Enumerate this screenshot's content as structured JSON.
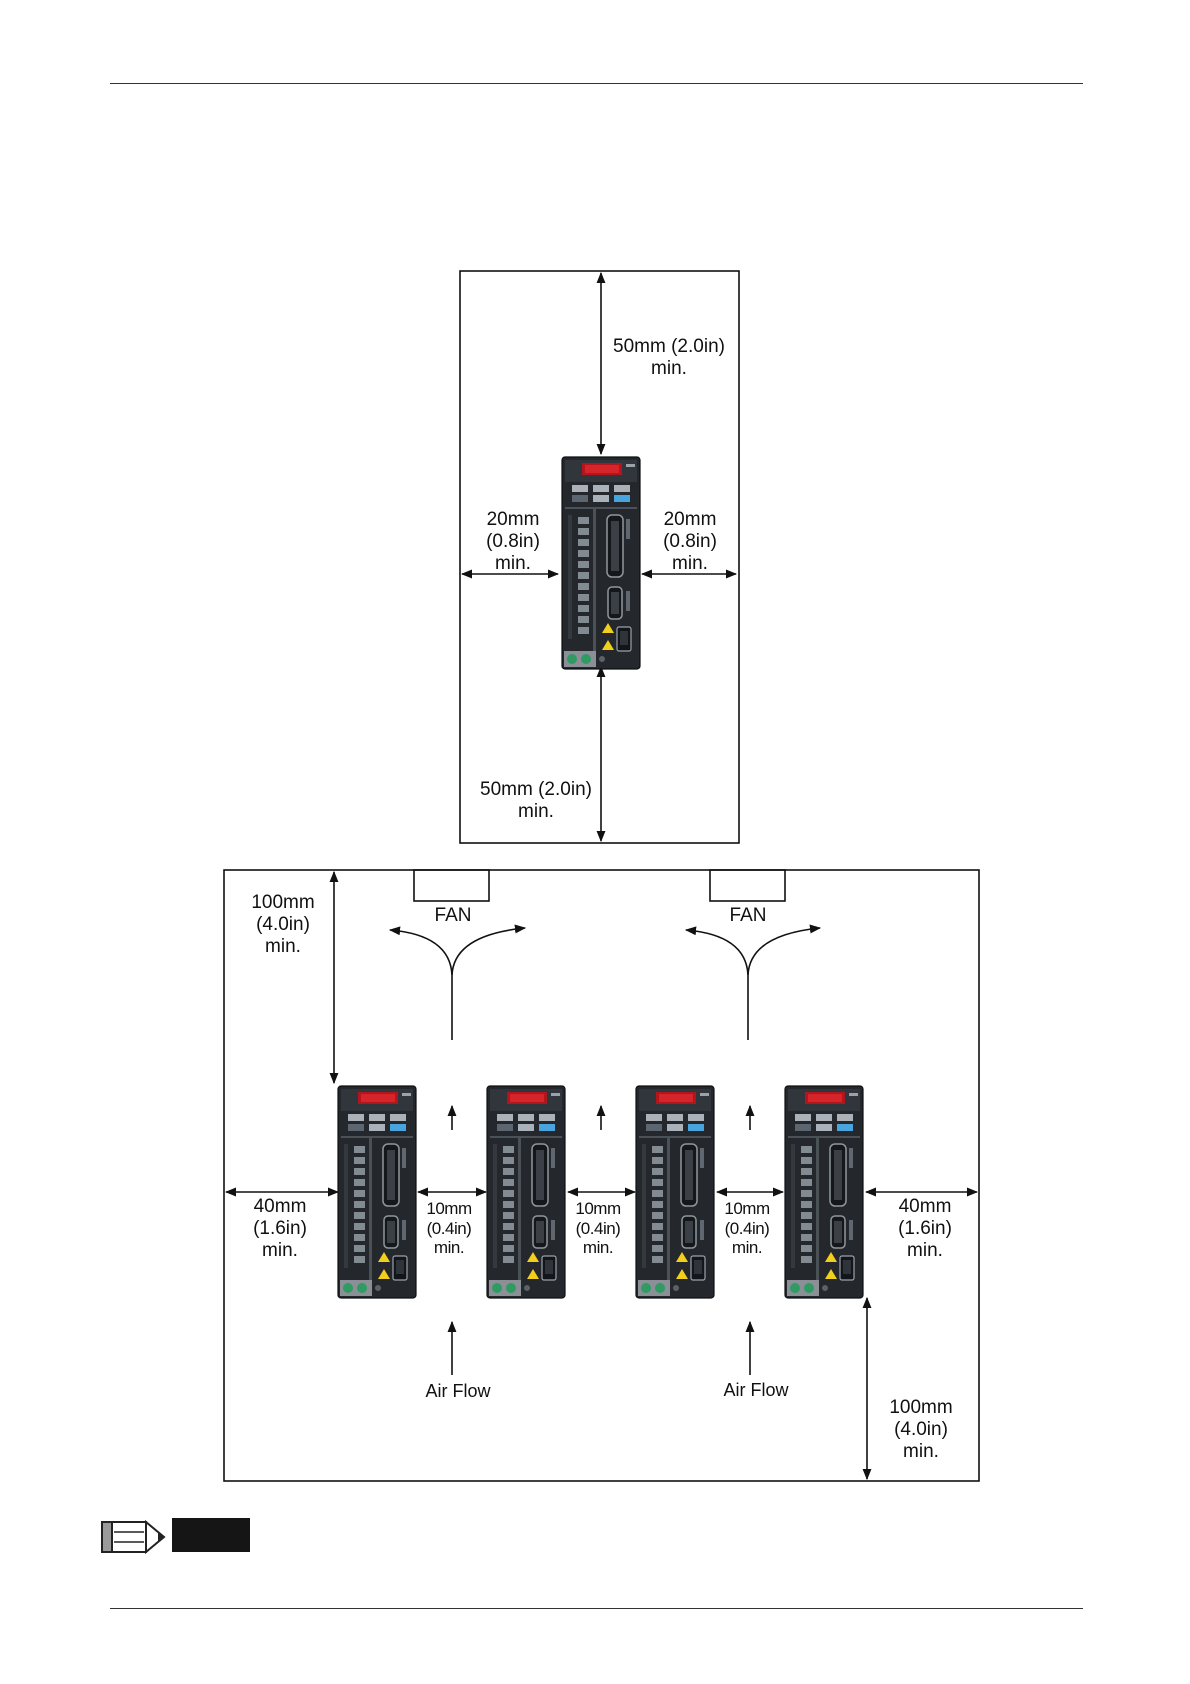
{
  "top_diagram": {
    "top_clearance": [
      "50mm (2.0in)",
      "min."
    ],
    "left_clearance": [
      "20mm",
      "(0.8in)",
      "min."
    ],
    "right_clearance": [
      "20mm",
      "(0.8in)",
      "min."
    ],
    "bottom_clearance": [
      "50mm (2.0in)",
      "min."
    ]
  },
  "bottom_diagram": {
    "top_clearance": [
      "100mm",
      "(4.0in)",
      "min."
    ],
    "fan_labels": [
      "FAN",
      "FAN"
    ],
    "left_clearance": [
      "40mm",
      "(1.6in)",
      "min."
    ],
    "right_clearance": [
      "40mm",
      "(1.6in)",
      "min."
    ],
    "gap_clearances": [
      [
        "10mm",
        "(0.4in)",
        "min."
      ],
      [
        "10mm",
        "(0.4in)",
        "min."
      ],
      [
        "10mm",
        "(0.4in)",
        "min."
      ]
    ],
    "air_flow_labels": [
      "Air Flow",
      "Air Flow"
    ],
    "bottom_clearance": [
      "100mm",
      "(4.0in)",
      "min."
    ]
  },
  "icons": {
    "note": "pencil-note-icon"
  }
}
